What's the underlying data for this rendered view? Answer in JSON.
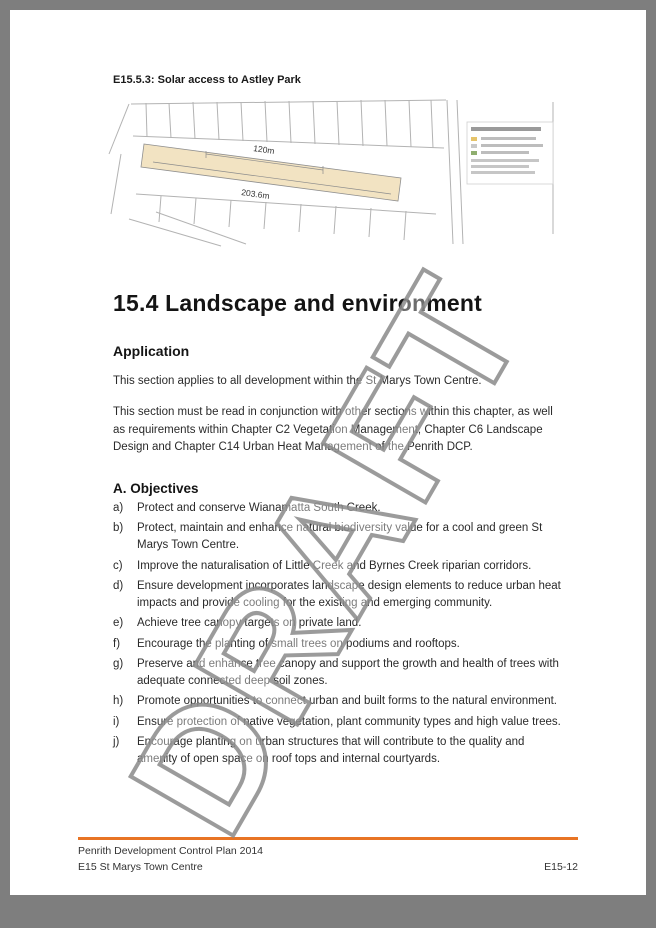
{
  "doc": {
    "figure_caption": "E15.5.3: Solar access to Astley Park",
    "map": {
      "dim_width_label": "120m",
      "dim_length_label": "203.6m",
      "highlight_color": "#f2e3c2"
    },
    "watermark": "DRAFT",
    "section_title": "15.4 Landscape and environment",
    "application": {
      "heading": "Application",
      "paragraphs": [
        "This section applies to all development within the St Marys Town Centre.",
        "This section must be read in conjunction with other sections within this chapter, as well as requirements within Chapter C2 Vegetation Management, Chapter C6 Landscape Design and Chapter C14 Urban Heat Management of the Penrith DCP."
      ]
    },
    "objectives": {
      "heading": "A. Objectives",
      "items": [
        {
          "label": "a)",
          "text": "Protect and conserve Wianamatta South Creek."
        },
        {
          "label": "b)",
          "text": "Protect, maintain and enhance natural biodiversity value for a cool and green St Marys Town Centre."
        },
        {
          "label": "c)",
          "text": "Improve the naturalisation of Little Creek and Byrnes Creek riparian corridors."
        },
        {
          "label": "d)",
          "text": "Ensure development incorporates landscape design elements to reduce urban heat impacts and provide cooling for the existing and emerging community."
        },
        {
          "label": "e)",
          "text": "Achieve tree canopy targets on private land."
        },
        {
          "label": "f)",
          "text": "Encourage the planting of small trees on podiums and rooftops."
        },
        {
          "label": "g)",
          "text": "Preserve and enhance tree canopy and support the growth and health of trees with adequate connected deep soil zones."
        },
        {
          "label": "h)",
          "text": "Promote opportunities to connect urban and built forms to the natural environment."
        },
        {
          "label": "i)",
          "text": "Ensure protection of native vegetation, plant community types and high value trees."
        },
        {
          "label": "j)",
          "text": "Encourage planting on urban structures that will contribute to the quality and amenity of open space on roof tops and internal courtyards."
        }
      ]
    },
    "footer": {
      "line1": "Penrith Development Control Plan 2014",
      "line2": "E15 St Marys Town Centre",
      "page_number": "E15-12"
    },
    "colors": {
      "accent_orange": "#e87424",
      "page_background": "#7e7e7e"
    }
  }
}
